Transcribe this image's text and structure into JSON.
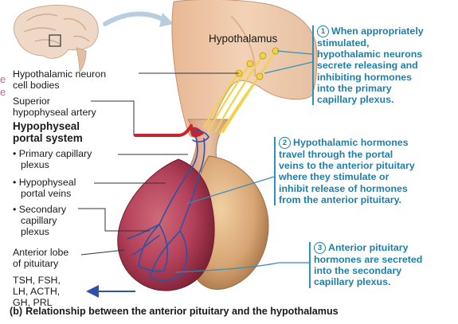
{
  "labels": {
    "hypothalamus": "Hypothalamus",
    "neuron_cell_bodies": [
      "Hypothalamic neuron",
      "cell bodies"
    ],
    "superior_artery": [
      "Superior",
      "hypophyseal artery"
    ],
    "portal_system": [
      "Hypophyseal",
      "portal system"
    ],
    "primary_plexus": [
      "• Primary capillary",
      "plexus"
    ],
    "portal_veins": [
      "• Hypophyseal",
      "portal veins"
    ],
    "secondary_plexus": [
      "• Secondary",
      "capillary",
      "plexus"
    ],
    "anterior_lobe": [
      "Anterior lobe",
      "of pituitary"
    ],
    "hormones": [
      "TSH, FSH,",
      "LH, ACTH,",
      "GH, PRL"
    ]
  },
  "callouts": [
    {
      "number": "1",
      "lines": [
        "When appropriately",
        "stimulated,",
        "hypothalamic neurons",
        "secrete releasing and",
        "inhibiting hormones",
        "into the primary",
        "capillary plexus."
      ]
    },
    {
      "number": "2",
      "lines": [
        "Hypothalamic hormones",
        "travel through the portal",
        "veins to the anterior pituitary",
        "where they stimulate or",
        "inhibit release of hormones",
        "from the anterior pituitary."
      ]
    },
    {
      "number": "3",
      "lines": [
        "Anterior pituitary",
        "hormones are secreted",
        "into the secondary",
        "capillary plexus."
      ]
    }
  ],
  "caption": {
    "letter": "(b)",
    "text": "Relationship between the anterior pituitary and the hypothalamus"
  },
  "colors": {
    "callout_text": "#1f7fa8",
    "callout_line": "#2f8fbd",
    "hypothalamus_tissue": "#e9c3a5",
    "pituitary_anterior": "#b5445a",
    "pituitary_posterior": "#d9a676",
    "vessel_blue": "#2d52a6",
    "artery_red": "#c8232c",
    "neuron_axon": "#f3d24a"
  }
}
